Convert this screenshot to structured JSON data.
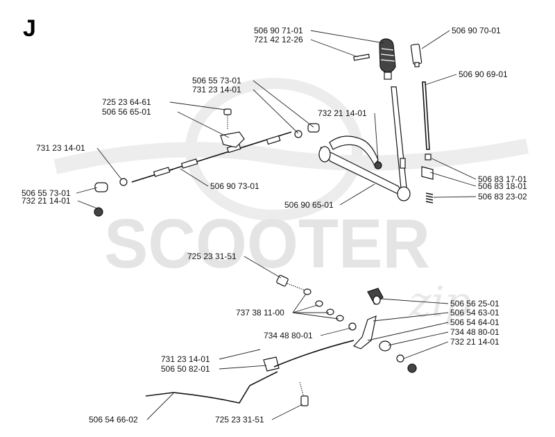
{
  "section_letter": "J",
  "watermark": {
    "main": "SCOOTER",
    "sub": "zip"
  },
  "parts": [
    {
      "label": "506 90 71-01"
    },
    {
      "label": "721 42 12-26"
    },
    {
      "label": "506 90 70-01"
    },
    {
      "label": "506 90 69-01"
    },
    {
      "label": "506 55 73-01"
    },
    {
      "label": "731 23 14-01"
    },
    {
      "label": "725 23 64-61"
    },
    {
      "label": "506 56 65-01"
    },
    {
      "label": "732 21 14-01"
    },
    {
      "label": "731 23 14-01"
    },
    {
      "label": "506 55 73-01"
    },
    {
      "label": "732 21 14-01"
    },
    {
      "label": "506 90 73-01"
    },
    {
      "label": "506 83 17-01"
    },
    {
      "label": "506 83 18-01"
    },
    {
      "label": "506 90 65-01"
    },
    {
      "label": "506 83 23-02"
    },
    {
      "label": "725 23 31-51"
    },
    {
      "label": "737 38 11-00"
    },
    {
      "label": "734 48 80-01"
    },
    {
      "label": "506 56 25-01"
    },
    {
      "label": "506 54 63-01"
    },
    {
      "label": "506 54 64-01"
    },
    {
      "label": "734 48 80-01"
    },
    {
      "label": "732 21 14-01"
    },
    {
      "label": "731 23 14-01"
    },
    {
      "label": "506 50 82-01"
    },
    {
      "label": "506 54 66-02"
    },
    {
      "label": "725 23 31-51"
    }
  ]
}
